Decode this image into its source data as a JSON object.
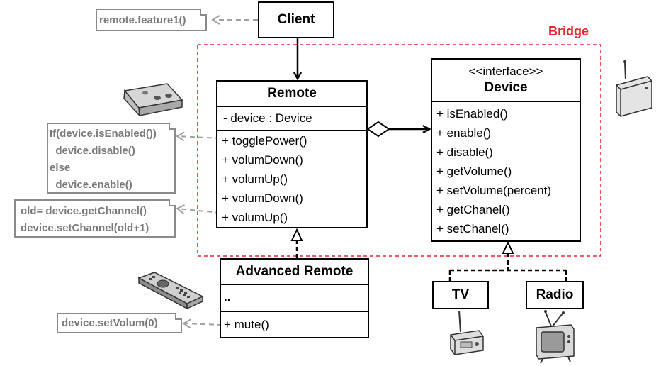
{
  "bridge_label": "Bridge",
  "colors": {
    "bridge": "#e8242a",
    "note_border": "#8a8a8a",
    "note_text": "#7a7a7a"
  },
  "client": {
    "name": "Client"
  },
  "notes": {
    "feature": "remote.feature1()",
    "toggle": [
      "If(device.isEnabled())",
      "  device.disable()",
      "else",
      "  device.enable()"
    ],
    "channel": [
      "old= device.getChannel()",
      "device.setChannel(old+1)"
    ],
    "mute": "device.setVolum(0)"
  },
  "remote": {
    "name": "Remote",
    "attributes": [
      "- device : Device"
    ],
    "methods": [
      "+ togglePower()",
      "+ volumDown()",
      "+ volumUp()",
      "+ volumDown()",
      "+ volumUp()"
    ]
  },
  "device": {
    "stereotype": "<<interface>>",
    "name": "Device",
    "methods": [
      "+ isEnabled()",
      "+ enable()",
      "+ disable()",
      "+ getVolume()",
      "+ setVolume(percent)",
      "+ getChanel()",
      "+ setChanel()"
    ]
  },
  "advanced_remote": {
    "name": "Advanced Remote",
    "attributes": [
      ".."
    ],
    "methods": [
      "+ mute()"
    ]
  },
  "tv": {
    "name": "TV"
  },
  "radio": {
    "name": "Radio"
  },
  "icons": [
    "remote-icon",
    "radio-icon",
    "advanced-remote-icon",
    "small-radio-icon",
    "tv-icon"
  ]
}
